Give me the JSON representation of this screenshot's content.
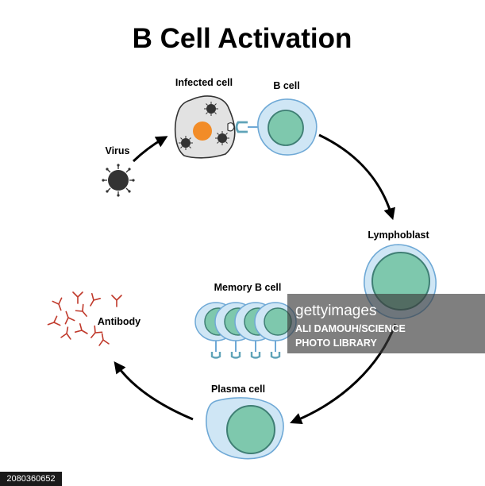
{
  "title": "B Cell Activation",
  "labels": {
    "infected_cell": "Infected cell",
    "b_cell": "B cell",
    "virus": "Virus",
    "lymphoblast": "Lymphoblast",
    "memory_b_cell": "Memory B cell",
    "antibody": "Antibody",
    "plasma_cell": "Plasma cell"
  },
  "watermark": {
    "logo": "gettyimages",
    "credit_line1": "ALI DAMOUH/SCIENCE",
    "credit_line2": "PHOTO LIBRARY"
  },
  "image_id": "2080360652",
  "colors": {
    "cell_fill": "#cfe6f5",
    "cell_stroke": "#6fa9d6",
    "nucleus_fill": "#7ec8ad",
    "nucleus_stroke": "#3f7f74",
    "infected_fill": "#e2e2e2",
    "infected_nucleus": "#f28c28",
    "virus_fill": "#333333",
    "antibody": "#c0392b",
    "receptor": "#7cc3cc"
  }
}
